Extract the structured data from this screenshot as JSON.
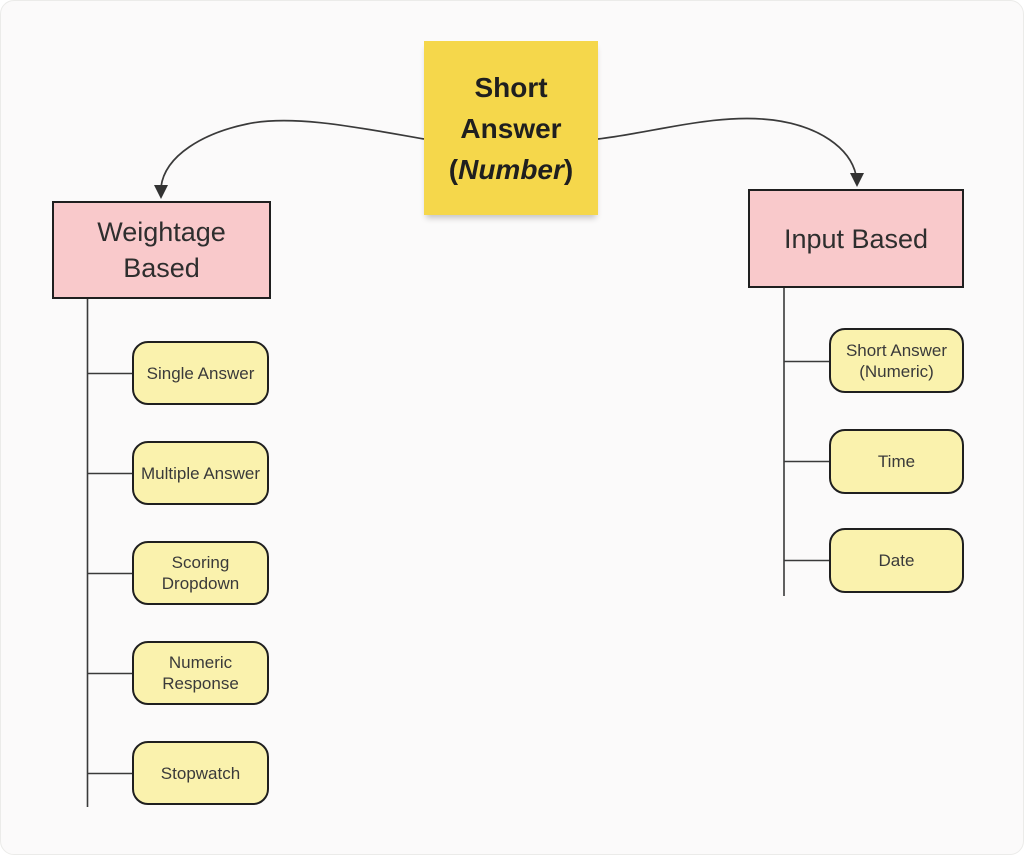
{
  "colors": {
    "canvas_bg": "#FBFAFA",
    "root_fill": "#F5D74B",
    "category_fill": "#F9C9CB",
    "leaf_fill": "#FAF2AD",
    "node_border": "#1F1F1F",
    "connector_line": "#3A3A3A"
  },
  "root": {
    "line1": "Short",
    "line2": "Answer",
    "line3_open": "(",
    "line3_word": "Number",
    "line3_close": ")"
  },
  "branches": [
    {
      "label": "Weightage Based",
      "children": [
        "Single Answer",
        "Multiple Answer",
        "Scoring Dropdown",
        "Numeric Response",
        "Stopwatch"
      ]
    },
    {
      "label": "Input Based",
      "children": [
        "Short Answer (Numeric)",
        "Time",
        "Date"
      ]
    }
  ]
}
